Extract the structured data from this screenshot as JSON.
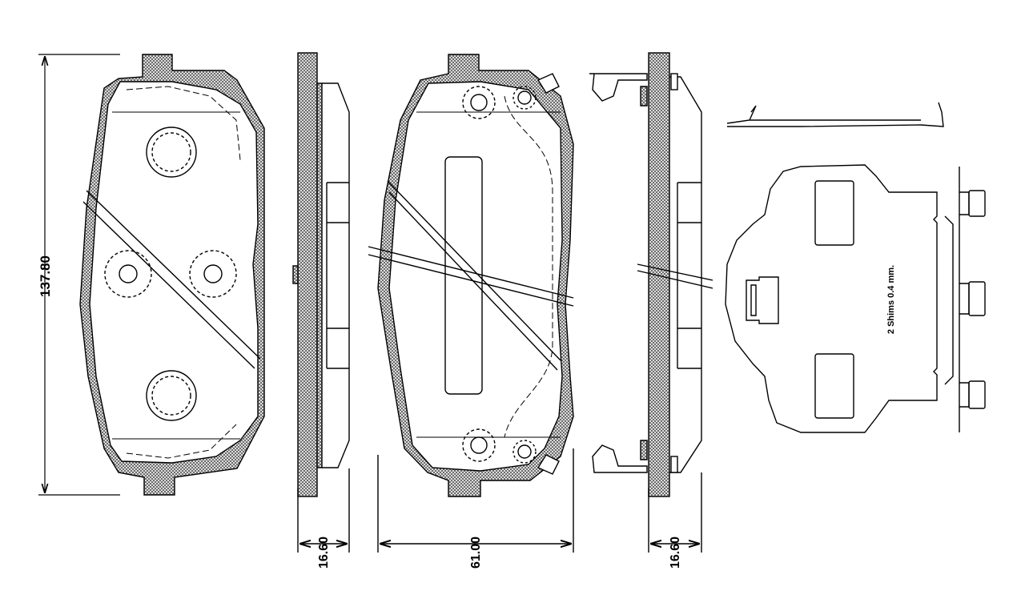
{
  "dimensions": {
    "height": "137.80",
    "width": "61.00",
    "thickness_left": "16.60",
    "thickness_right": "16.60"
  },
  "shim_note": "2 Shims 0.4 mm.",
  "colors": {
    "line": "#000000",
    "hatch": "#555555",
    "background": "#ffffff"
  }
}
